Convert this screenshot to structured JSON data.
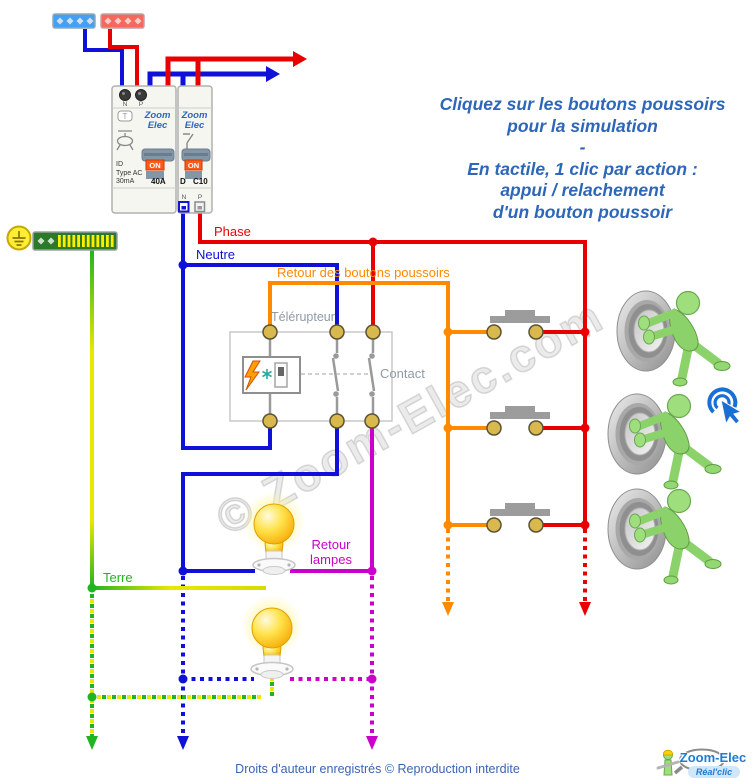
{
  "colors": {
    "phase": "#e80000",
    "neutre": "#0f10d8",
    "boutons": "#ff8a00",
    "lampes": "#cc00cc",
    "terre_green": "#21b421",
    "terre_yellow": "#ededED",
    "text_blue": "#2e66b8",
    "label_gray": "#909aa5",
    "logo_blue": "#1f7ad4"
  },
  "instructions": {
    "lines": [
      "Cliquez sur les boutons poussoirs",
      "pour la simulation",
      "-",
      "En tactile, 1 clic par action :",
      "appui / relachement",
      "d'un bouton poussoir"
    ]
  },
  "labels": {
    "phase": "Phase",
    "neutre": "Neutre",
    "retour_boutons": "Retour des boutons poussoirs",
    "telerupteur": "Télérupteur",
    "contact": "Contact",
    "retour_lampes_1": "Retour",
    "retour_lampes_2": "lampes",
    "terre": "Terre"
  },
  "breaker_left": {
    "brand_1": "Zoom",
    "brand_2": "Elec",
    "test": "T",
    "terminal_n": "N",
    "terminal_p": "P",
    "model": "ID",
    "type": "Type AC",
    "sensitivity": "30mA",
    "current": "40A",
    "on": "ON"
  },
  "breaker_right": {
    "brand_1": "Zoom",
    "brand_2": "Elec",
    "curve": "D",
    "rating": "C10",
    "on": "ON",
    "terminal_n": "N",
    "terminal_p": "P"
  },
  "watermark": "© Zoom-Elec.com",
  "footer": {
    "text": "Droits d'auteur enregistrés © Reproduction interdite"
  },
  "logo": {
    "brand": "Zoom-Elec",
    "tagline": "Réal'clic"
  }
}
